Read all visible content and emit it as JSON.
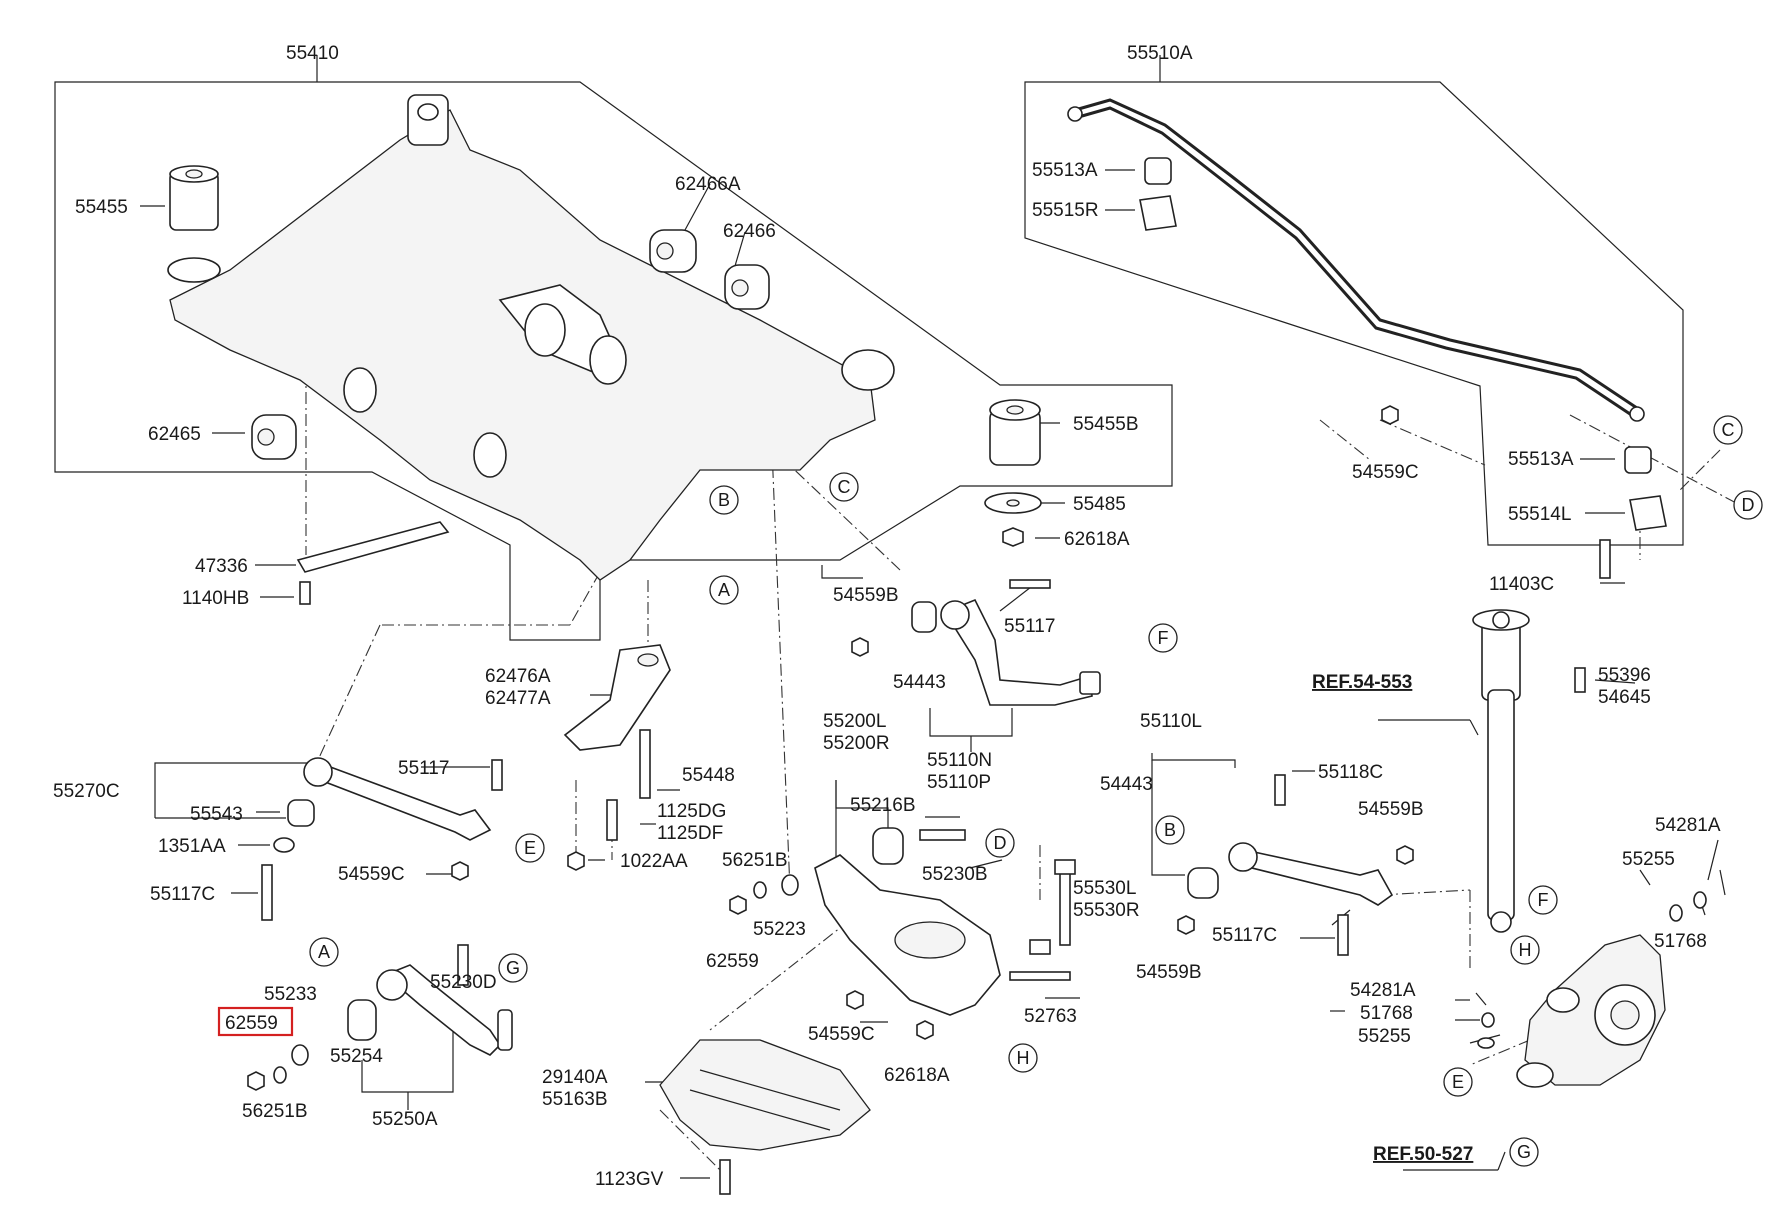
{
  "diagram": {
    "highlighted_part": "62559",
    "highlight_color": "#d42020",
    "labels": {
      "l55410": "55410",
      "l55455": "55455",
      "l62466A": "62466A",
      "l62466": "62466",
      "l62465": "62465",
      "l55455B": "55455B",
      "l55485": "55485",
      "l62618A_top": "62618A",
      "l47336": "47336",
      "l1140HB": "1140HB",
      "l55510A": "55510A",
      "l55513A_top": "55513A",
      "l55515R": "55515R",
      "l54559C_top": "54559C",
      "l55513A_r": "55513A",
      "l55514L": "55514L",
      "l11403C": "11403C",
      "l54559B_top": "54559B",
      "l55117_mid": "55117",
      "l54443_mid": "54443",
      "l55110N": "55110N",
      "l55110P": "55110P",
      "l62476A": "62476A",
      "l62477A": "62477A",
      "l55448": "55448",
      "l1125DG": "1125DG",
      "l1125DF": "1125DF",
      "l1022AA": "1022AA",
      "l55270C": "55270C",
      "l55117_left": "55117",
      "l55543": "55543",
      "l1351AA": "1351AA",
      "l54559C_left": "54559C",
      "l55117C_left": "55117C",
      "l55200L": "55200L",
      "l55200R": "55200R",
      "l55216B": "55216B",
      "l56251B_mid": "56251B",
      "l55223": "55223",
      "l62559_mid": "62559",
      "l55230B": "55230B",
      "l55530L": "55530L",
      "l55530R": "55530R",
      "l52763": "52763",
      "l54559C_mid": "54559C",
      "l62618A_mid": "62618A",
      "l29140A": "29140A",
      "l55163B": "55163B",
      "l1123GV": "1123GV",
      "l55233": "55233",
      "l62559_box": "62559",
      "l55230D": "55230D",
      "l55254": "55254",
      "l56251B_left": "56251B",
      "l55250A": "55250A",
      "l55110L": "55110L",
      "l54443_r": "54443",
      "l55118C": "55118C",
      "l54559B_r": "54559B",
      "l55117C_r": "55117C",
      "l54559B_r2": "54559B",
      "ref54553": "REF.54-553",
      "l55396": "55396",
      "l54645": "54645",
      "l54281A_r": "54281A",
      "l55255_r": "55255",
      "l51768_r": "51768",
      "l54281A_l": "54281A",
      "l51768_l": "51768",
      "l55255_l": "55255",
      "ref50527": "REF.50-527"
    },
    "callouts": {
      "cB1": "B",
      "cA1": "A",
      "cC1": "C",
      "cC2": "C",
      "cD1": "D",
      "cF1": "F",
      "cE1": "E",
      "cD2": "D",
      "cH1": "H",
      "cA2": "A",
      "cG1": "G",
      "cB2": "B",
      "cF2": "F",
      "cH2": "H",
      "cE2": "E",
      "cG2": "G"
    }
  }
}
